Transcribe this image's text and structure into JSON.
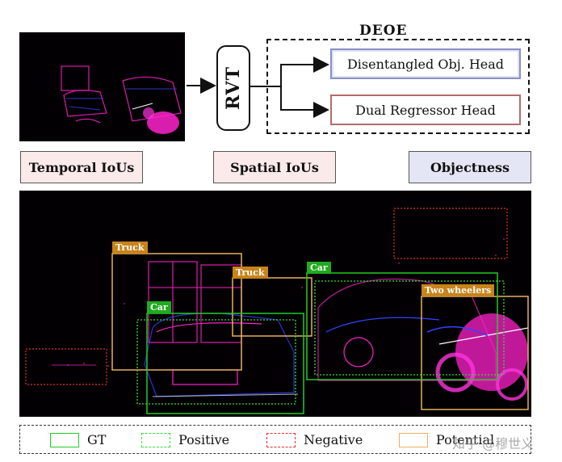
{
  "pipeline": {
    "backbone_label": "RVT",
    "module_title": "DEOE",
    "heads": [
      "Disentangled Obj. Head",
      "Dual Regressor Head"
    ]
  },
  "iou_labels": {
    "temporal": "Temporal IoUs",
    "spatial": "Spatial IoUs",
    "objectness": "Objectness"
  },
  "detections": [
    {
      "label": "Truck",
      "kind": "potential"
    },
    {
      "label": "Truck",
      "kind": "potential"
    },
    {
      "label": "Car",
      "kind": "gt"
    },
    {
      "label": "Car",
      "kind": "gt"
    },
    {
      "label": "Two wheelers",
      "kind": "potential"
    }
  ],
  "legend": {
    "gt": "GT",
    "positive": "Positive",
    "negative": "Negative",
    "potential": "Potential"
  },
  "watermark": "知乎 @穆世义",
  "colors": {
    "gt": "#22cc22",
    "positive": "#33dd33",
    "negative": "#e03030",
    "potential": "#e8b060",
    "tag_potential": "#c8831a",
    "tag_gt": "#1faa1f",
    "event_magenta": "#ff22cc",
    "event_blue": "#3344ff"
  }
}
